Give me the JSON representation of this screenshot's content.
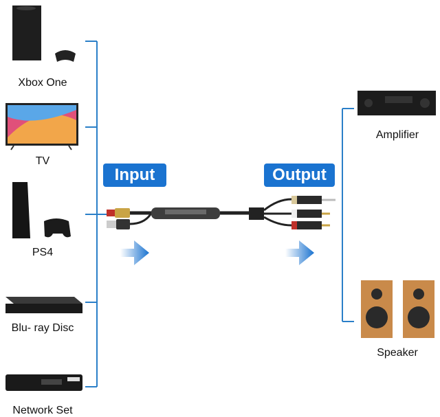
{
  "inputs": [
    {
      "label": "Xbox One",
      "icon": "console-icon"
    },
    {
      "label": "TV",
      "icon": "tv-icon"
    },
    {
      "label": "PS4",
      "icon": "console-icon"
    },
    {
      "label": "Blu- ray Disc",
      "icon": "bluray-player-icon"
    },
    {
      "label": "Network Set",
      "icon": "set-top-box-icon"
    }
  ],
  "outputs": [
    {
      "label": "Amplifier",
      "icon": "amplifier-icon"
    },
    {
      "label": "Speaker",
      "icon": "speaker-icon"
    }
  ],
  "input_badge": "Input",
  "output_badge": "Output",
  "colors": {
    "accent": "#1a73d0",
    "bracket": "#2a7fc8"
  }
}
